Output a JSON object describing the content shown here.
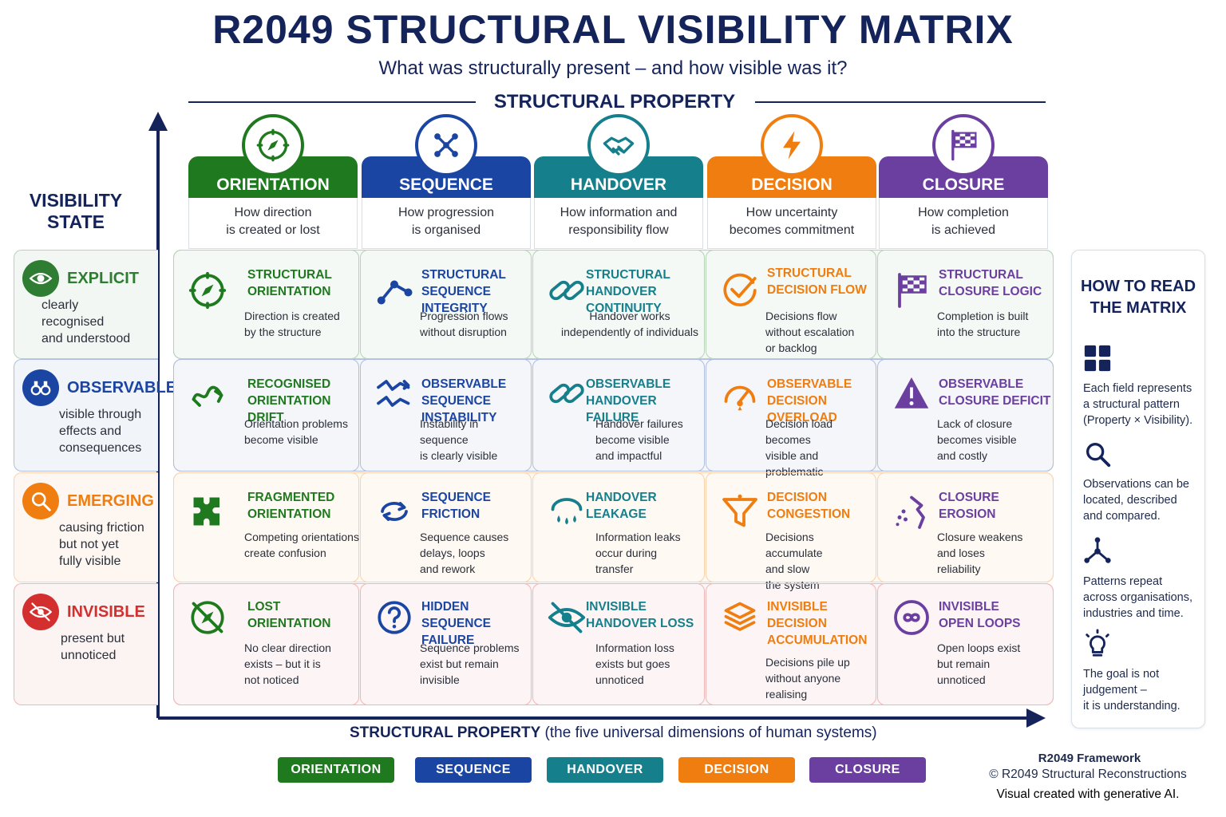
{
  "title": "R2049 STRUCTURAL VISIBILITY MATRIX",
  "subtitle": "What was structurally present – and how visible was it?",
  "top_axis_label": "STRUCTURAL PROPERTY",
  "visibility_state_label": "VISIBILITY\nSTATE",
  "colors": {
    "orientation": "#1f7a1f",
    "sequence": "#1b45a3",
    "handover": "#157f8c",
    "decision": "#ef7d10",
    "closure": "#6b3fa0",
    "explicit": "#2e7d32",
    "observable": "#1b45a3",
    "emerging": "#ef7d10",
    "invisible": "#d32f2f",
    "navy": "#14235a"
  },
  "columns": [
    {
      "key": "orientation",
      "name": "ORIENTATION",
      "icon": "compass-icon",
      "desc1": "How direction",
      "desc2": "is created or lost"
    },
    {
      "key": "sequence",
      "name": "SEQUENCE",
      "icon": "network-nodes-icon",
      "desc1": "How progression",
      "desc2": "is organised"
    },
    {
      "key": "handover",
      "name": "HANDOVER",
      "icon": "handshake-icon",
      "desc1": "How information and",
      "desc2": "responsibility flow"
    },
    {
      "key": "decision",
      "name": "DECISION",
      "icon": "lightning-icon",
      "desc1": "How uncertainty",
      "desc2": "becomes commitment"
    },
    {
      "key": "closure",
      "name": "CLOSURE",
      "icon": "checkered-flag-icon",
      "desc1": "How completion",
      "desc2": "is achieved"
    }
  ],
  "rows": [
    {
      "key": "explicit",
      "name": "EXPLICIT",
      "icon": "eye-icon",
      "desc": [
        "clearly recognised",
        "and understood"
      ]
    },
    {
      "key": "observable",
      "name": "OBSERVABLE",
      "icon": "binoculars-icon",
      "desc": [
        "visible through",
        "effects and",
        "consequences"
      ]
    },
    {
      "key": "emerging",
      "name": "EMERGING",
      "icon": "magnifier-icon",
      "desc": [
        "causing friction",
        "but not yet",
        "fully visible"
      ]
    },
    {
      "key": "invisible",
      "name": "INVISIBLE",
      "icon": "crossed-eye-icon",
      "desc": [
        "present but",
        "unnoticed"
      ]
    }
  ],
  "cells": [
    [
      {
        "title": [
          "STRUCTURAL",
          "ORIENTATION"
        ],
        "desc": [
          "Direction is created",
          "by the structure"
        ],
        "icon": "compass-icon"
      },
      {
        "title": [
          "STRUCTURAL",
          "SEQUENCE INTEGRITY"
        ],
        "desc": [
          "Progression flows",
          "without disruption"
        ],
        "icon": "connected-nodes-icon"
      },
      {
        "title": [
          "STRUCTURAL",
          "HANDOVER CONTINUITY"
        ],
        "desc": [
          "Handover works",
          "independently of individuals"
        ],
        "icon": "chain-link-icon"
      },
      {
        "title": [
          "STRUCTURAL",
          "DECISION FLOW"
        ],
        "desc": [
          "Decisions flow",
          "without escalation",
          "or backlog"
        ],
        "icon": "checkmark-circle-icon"
      },
      {
        "title": [
          "STRUCTURAL",
          "CLOSURE LOGIC"
        ],
        "desc": [
          "Completion is built",
          "into the structure"
        ],
        "icon": "checkered-flag-icon"
      }
    ],
    [
      {
        "title": [
          "RECOGNISED",
          "ORIENTATION DRIFT"
        ],
        "desc": [
          "Orientation problems",
          "become visible"
        ],
        "icon": "wavy-arrow-icon"
      },
      {
        "title": [
          "OBSERVABLE",
          "SEQUENCE INSTABILITY"
        ],
        "desc": [
          "Instability in sequence",
          "is clearly visible"
        ],
        "icon": "zigzag-arrows-icon"
      },
      {
        "title": [
          "OBSERVABLE",
          "HANDOVER FAILURE"
        ],
        "desc": [
          "Handover failures",
          "become visible",
          "and impactful"
        ],
        "icon": "chain-link-icon"
      },
      {
        "title": [
          "OBSERVABLE",
          "DECISION OVERLOAD"
        ],
        "desc": [
          "Decision load becomes",
          "visible and",
          "problematic"
        ],
        "icon": "gauge-icon"
      },
      {
        "title": [
          "OBSERVABLE",
          "CLOSURE DEFICIT"
        ],
        "desc": [
          "Lack of closure",
          "becomes visible",
          "and costly"
        ],
        "icon": "warning-triangle-icon"
      }
    ],
    [
      {
        "title": [
          "FRAGMENTED",
          "ORIENTATION"
        ],
        "desc": [
          "Competing orientations",
          "create confusion"
        ],
        "icon": "puzzle-icon"
      },
      {
        "title": [
          "SEQUENCE",
          "FRICTION"
        ],
        "desc": [
          "Sequence causes",
          "delays, loops",
          "and rework"
        ],
        "icon": "loop-arrows-icon"
      },
      {
        "title": [
          "HANDOVER",
          "LEAKAGE"
        ],
        "desc": [
          "Information leaks",
          "occur during",
          "transfer"
        ],
        "icon": "leaking-drops-icon"
      },
      {
        "title": [
          "DECISION",
          "CONGESTION"
        ],
        "desc": [
          "Decisions accumulate",
          "and slow",
          "the system"
        ],
        "icon": "funnel-icon"
      },
      {
        "title": [
          "CLOSURE",
          "EROSION"
        ],
        "desc": [
          "Closure weakens",
          "and loses",
          "reliability"
        ],
        "icon": "eroding-flag-icon"
      }
    ],
    [
      {
        "title": [
          "LOST",
          "ORIENTATION"
        ],
        "desc": [
          "No clear direction",
          "exists – but it is",
          "not noticed"
        ],
        "icon": "crossed-compass-icon"
      },
      {
        "title": [
          "HIDDEN",
          "SEQUENCE FAILURE"
        ],
        "desc": [
          "Sequence problems",
          "exist but remain",
          "invisible"
        ],
        "icon": "question-circle-icon"
      },
      {
        "title": [
          "INVISIBLE",
          "HANDOVER LOSS"
        ],
        "desc": [
          "Information loss",
          "exists but goes",
          "unnoticed"
        ],
        "icon": "crossed-eye-icon"
      },
      {
        "title": [
          "INVISIBLE",
          "DECISION",
          "ACCUMULATION"
        ],
        "desc": [
          "Decisions pile up",
          "without anyone",
          "realising"
        ],
        "icon": "stacked-layers-icon"
      },
      {
        "title": [
          "INVISIBLE",
          "OPEN LOOPS"
        ],
        "desc": [
          "Open loops exist",
          "but remain",
          "unnoticed"
        ],
        "icon": "infinity-circle-icon"
      }
    ]
  ],
  "howto": {
    "title": "HOW TO READ\nTHE MATRIX",
    "items": [
      {
        "icon": "grid-icon",
        "lines": [
          "Each field represents",
          "a structural pattern",
          "(Property × Visibility)."
        ]
      },
      {
        "icon": "magnifier-icon",
        "lines": [
          "Observations can be",
          "located, described",
          "and compared."
        ]
      },
      {
        "icon": "network-icon",
        "lines": [
          "Patterns repeat",
          "across organisations,",
          "industries and time."
        ]
      },
      {
        "icon": "lightbulb-icon",
        "lines": [
          "The goal is not",
          "judgement –",
          "it is understanding."
        ]
      }
    ]
  },
  "bottom_axis": {
    "bold": "STRUCTURAL PROPERTY",
    "rest": " (the five universal dimensions of human systems)"
  },
  "legend": [
    "ORIENTATION",
    "SEQUENCE",
    "HANDOVER",
    "DECISION",
    "CLOSURE"
  ],
  "credits": {
    "line1": "R2049 Framework",
    "line2": "© R2049 Structural Reconstructions",
    "line3": "Visual created with generative AI."
  }
}
